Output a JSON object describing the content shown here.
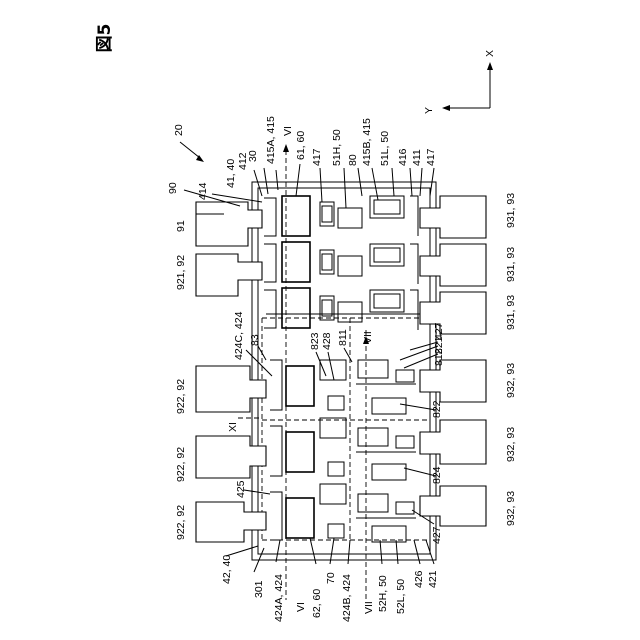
{
  "figure_title": "図5",
  "axes": {
    "x_label": "X",
    "y_label": "Y"
  },
  "labels": {
    "l20": "20",
    "l90": "90",
    "l91": "91",
    "l414": "414",
    "l412": "412",
    "l41_40": "41, 40",
    "l30": "30",
    "l415A": "415A, 415",
    "l61_60": "61, 60",
    "l417a": "417",
    "l51H": "51H, 50",
    "l80": "80",
    "l415B": "415B, 415",
    "l51L": "51L, 50",
    "l416": "416",
    "l411": "411",
    "l417b": "417",
    "l921": "921, 92",
    "l424C": "424C, 424",
    "l83": "83",
    "l823": "823",
    "l428": "428",
    "l811": "811",
    "l427a": "427",
    "l821": "821",
    "l812": "812",
    "l922a": "922, 92",
    "l922b": "922, 92",
    "l922c": "922, 92",
    "l425": "425",
    "l822": "822",
    "l824": "824",
    "l427b": "427",
    "l42_40": "42, 40",
    "l301": "301",
    "l424A": "424A, 424",
    "l62_60": "62, 60",
    "l70": "70",
    "l424B": "424B, 424",
    "l52H": "52H, 50",
    "l52L": "52L, 50",
    "l426": "426",
    "l421": "421",
    "l931a": "931, 93",
    "l931b": "931, 93",
    "l931c": "931, 93",
    "l932a": "932, 93",
    "l932b": "932, 93",
    "l932c": "932, 93",
    "sec_VI_top": "VI",
    "sec_VI_bot": "VI",
    "sec_VII_top": "VII",
    "sec_VII_bot": "VII",
    "sec_XI": "XI"
  }
}
